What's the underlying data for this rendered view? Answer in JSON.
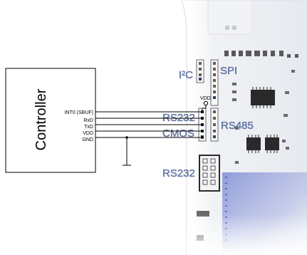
{
  "controller": {
    "title": "Controller",
    "pins": [
      "INT0 (SBUF)",
      "RxD",
      "TxD",
      "VDD",
      "GND"
    ]
  },
  "board": {
    "vdd_label": "VDD",
    "labels": {
      "i2c": "I²C",
      "spi": "SPI",
      "rs232_upper": "RS232",
      "cmos": "CMOS",
      "rs485": "RS485",
      "rs232_lower": "RS232"
    }
  },
  "colors": {
    "wire": "#000000",
    "board_label": "#6f86b8",
    "board_label_dark": "#2f3f66",
    "pcb": "#f4f5f8",
    "chip": "#2a2a2a",
    "header_pin": "#7a6a5a",
    "module_tint": "#8090d0"
  }
}
